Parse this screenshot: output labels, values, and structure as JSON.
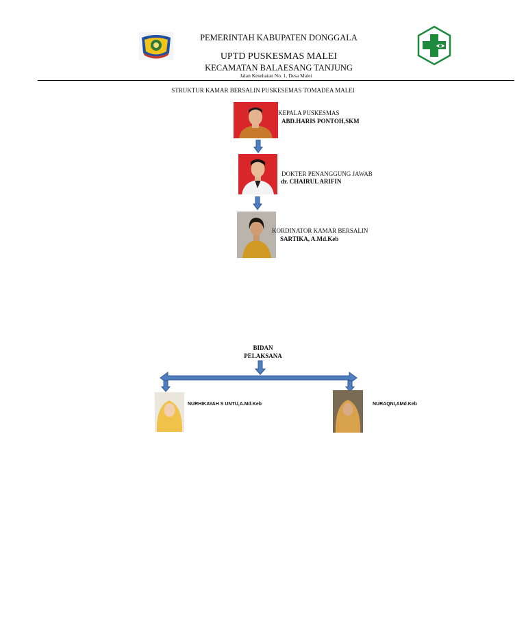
{
  "header": {
    "line1": "PEMERINTAH KABUPATEN DONGGALA",
    "line2": "UPTD PUSKESMAS MALEI",
    "line3": "KECAMATAN BALAESANG TANJUNG",
    "address": "Jalan Kesehatan No. 1, Desa Malei",
    "left_logo": "donggala-regency-emblem",
    "right_logo": "puskesmas-cross-logo"
  },
  "document": {
    "title": "STRUKTUR KAMAR BERSALIN PUSKESEMAS TOMADEA MALEI"
  },
  "hierarchy": [
    {
      "role": "KEPALA PUSKESMAS",
      "name": "ABD.HARIS PONTOH,SKM"
    },
    {
      "role": "DOKTER PENANGGUNG JAWAB",
      "name": "dr. CHAIRUL ARIFIN"
    },
    {
      "role": "KORDINATOR KAMAR BERSALIN",
      "name": "SARTIKA, A.Md.Keb"
    }
  ],
  "bidan": {
    "label_line1": "BIDAN",
    "label_line2": "PELAKSANA",
    "staff": [
      {
        "name": "NURHIKAYAH S UNTU,A.Md.Keb"
      },
      {
        "name": "NURAQNI,AMd.Keb"
      }
    ]
  },
  "colors": {
    "arrow_fill": "#4f7fbf",
    "arrow_stroke": "#2f5597",
    "logo_green": "#1e8a3c",
    "photo_red_bg": "#d8262a"
  }
}
